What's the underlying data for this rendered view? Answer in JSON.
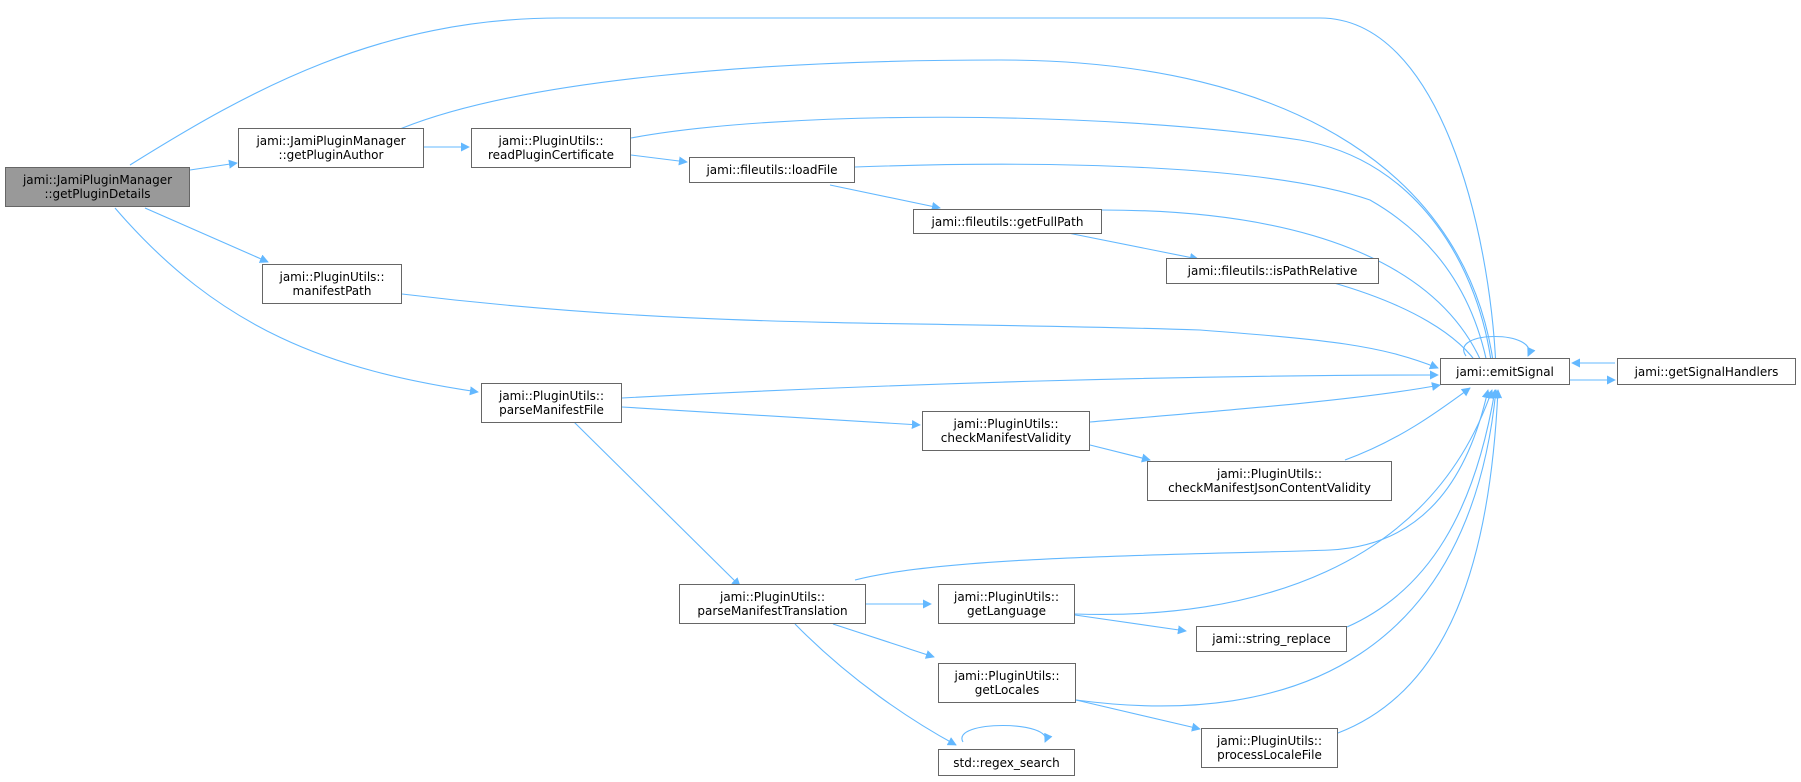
{
  "colors": {
    "edge": "#63b8ff",
    "node_border": "#666666",
    "focus_fill": "#999999"
  },
  "nodes": {
    "getPluginDetails": {
      "line1": "jami::JamiPluginManager",
      "line2": "::getPluginDetails"
    },
    "getPluginAuthor": {
      "line1": "jami::JamiPluginManager",
      "line2": "::getPluginAuthor"
    },
    "readPluginCertificate": {
      "line1": "jami::PluginUtils::",
      "line2": "readPluginCertificate"
    },
    "loadFile": {
      "line1": "jami::fileutils::loadFile"
    },
    "getFullPath": {
      "line1": "jami::fileutils::getFullPath"
    },
    "isPathRelative": {
      "line1": "jami::fileutils::isPathRelative"
    },
    "manifestPath": {
      "line1": "jami::PluginUtils::",
      "line2": "manifestPath"
    },
    "parseManifestFile": {
      "line1": "jami::PluginUtils::",
      "line2": "parseManifestFile"
    },
    "checkManifestValidity": {
      "line1": "jami::PluginUtils::",
      "line2": "checkManifestValidity"
    },
    "checkManifestJsonContentValidity": {
      "line1": "jami::PluginUtils::",
      "line2": "checkManifestJsonContentValidity"
    },
    "parseManifestTranslation": {
      "line1": "jami::PluginUtils::",
      "line2": "parseManifestTranslation"
    },
    "getLanguage": {
      "line1": "jami::PluginUtils::",
      "line2": "getLanguage"
    },
    "string_replace": {
      "line1": "jami::string_replace"
    },
    "getLocales": {
      "line1": "jami::PluginUtils::",
      "line2": "getLocales"
    },
    "processLocaleFile": {
      "line1": "jami::PluginUtils::",
      "line2": "processLocaleFile"
    },
    "regex_search": {
      "line1": "std::regex_search"
    },
    "emitSignal": {
      "line1": "jami::emitSignal"
    },
    "getSignalHandlers": {
      "line1": "jami::getSignalHandlers"
    }
  }
}
